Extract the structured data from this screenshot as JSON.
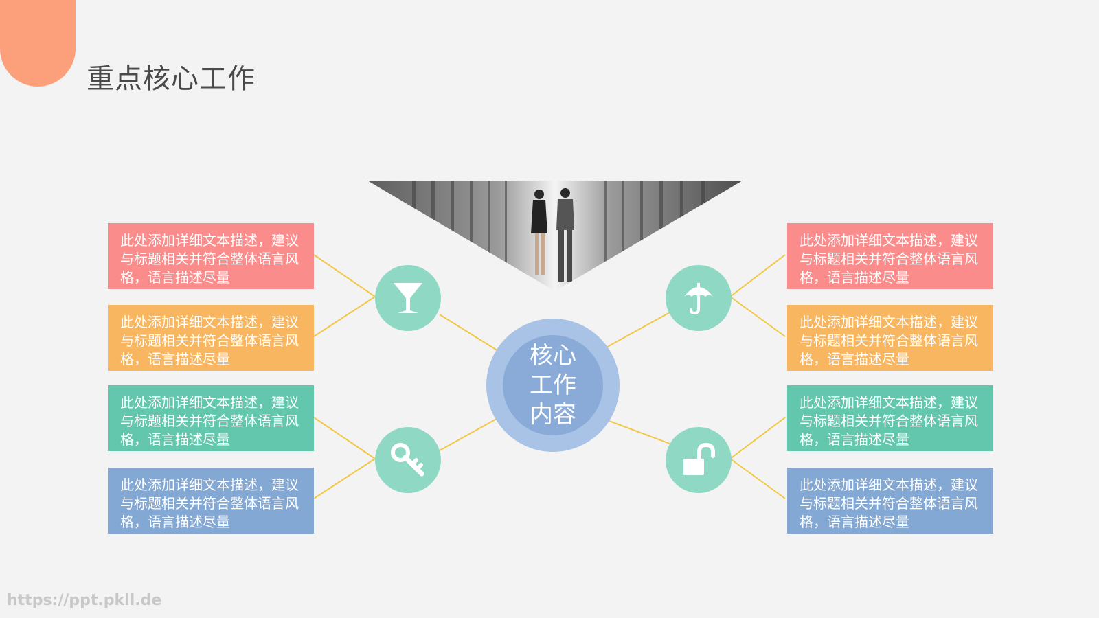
{
  "title": "重点核心工作",
  "center": {
    "lines": [
      "核心",
      "工作",
      "内容"
    ]
  },
  "placeholder_text": "此处添加详细文本描述，建议与标题相关并符合整体语言风格，语言描述尽量",
  "boxes": {
    "left": [
      {
        "color": "#fb8c8c",
        "text": "此处添加详细文本描述，建议与标题相关并符合整体语言风格，语言描述尽量"
      },
      {
        "color": "#f9b661",
        "text": "此处添加详细文本描述，建议与标题相关并符合整体语言风格，语言描述尽量"
      },
      {
        "color": "#62c7ad",
        "text": "此处添加详细文本描述，建议与标题相关并符合整体语言风格，语言描述尽量"
      },
      {
        "color": "#83a8d4",
        "text": "此处添加详细文本描述，建议与标题相关并符合整体语言风格，语言描述尽量"
      }
    ],
    "right": [
      {
        "color": "#fb8c8c",
        "text": "此处添加详细文本描述，建议与标题相关并符合整体语言风格，语言描述尽量"
      },
      {
        "color": "#f9b661",
        "text": "此处添加详细文本描述，建议与标题相关并符合整体语言风格，语言描述尽量"
      },
      {
        "color": "#62c7ad",
        "text": "此处添加详细文本描述，建议与标题相关并符合整体语言风格，语言描述尽量"
      },
      {
        "color": "#83a8d4",
        "text": "此处添加详细文本描述，建议与标题相关并符合整体语言风格，语言描述尽量"
      }
    ]
  },
  "icons": [
    "cocktail-glass-icon",
    "umbrella-icon",
    "key-icon",
    "unlock-padlock-icon"
  ],
  "colors": {
    "accent_corner": "#fca07c",
    "connector": "#f2c744",
    "icon_circle": "#8fd8c3",
    "center_outer": "#a8c3e6",
    "center_inner": "#8aabd8"
  },
  "footer": "https://ppt.pkll.de"
}
